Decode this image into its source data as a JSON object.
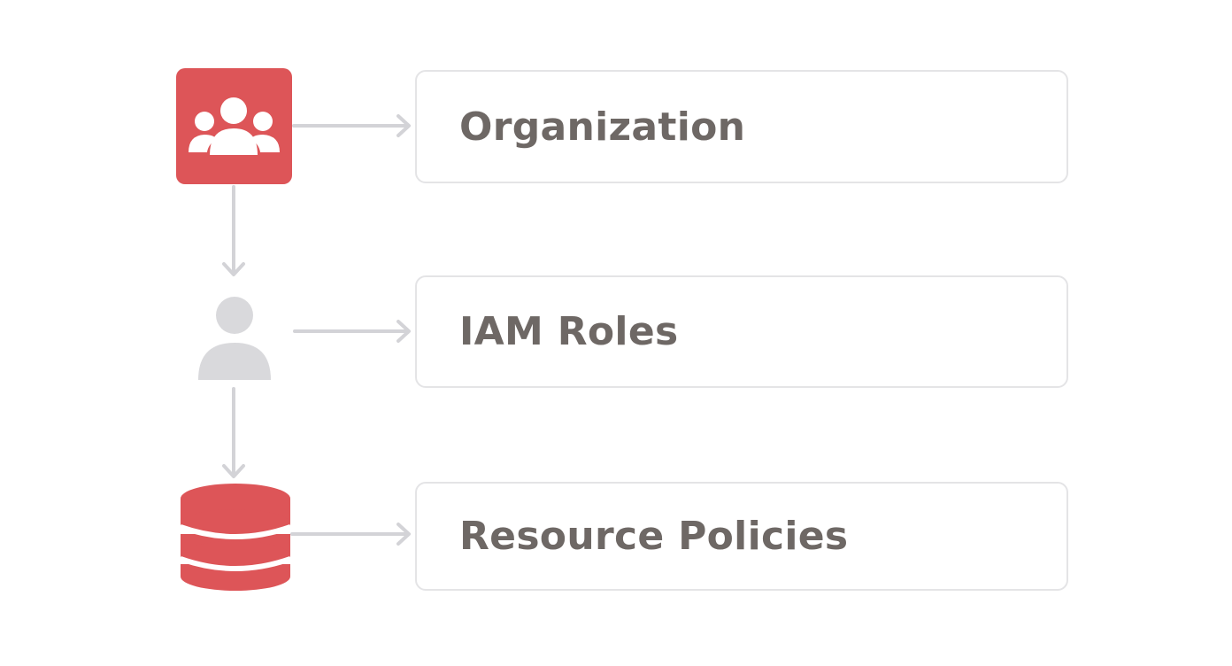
{
  "diagram": {
    "rows": [
      {
        "id": "organization",
        "label": "Organization",
        "icon": "users-group-icon",
        "icon_color": "#dd5558"
      },
      {
        "id": "iam-roles",
        "label": "IAM Roles",
        "icon": "user-icon",
        "icon_color": "#d9d9dc"
      },
      {
        "id": "resource-policies",
        "label": "Resource Policies",
        "icon": "database-icon",
        "icon_color": "#dd5558"
      }
    ],
    "colors": {
      "accent": "#dd5558",
      "muted_icon": "#d9d9dc",
      "arrow": "#d3d3d7",
      "box_border": "#e4e4e6",
      "label_text": "#6e6865"
    }
  }
}
